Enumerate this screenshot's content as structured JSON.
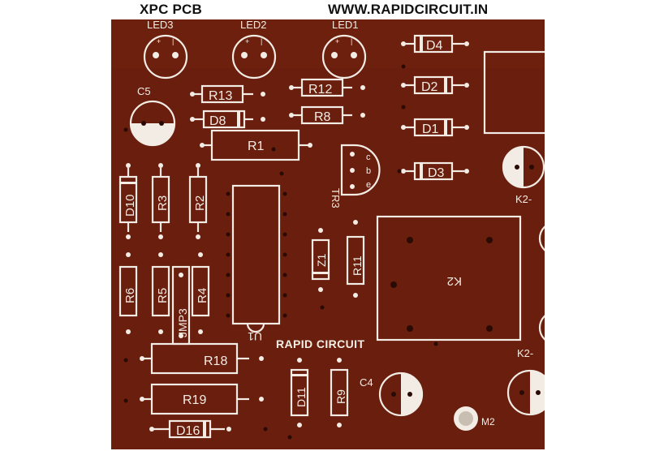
{
  "header": {
    "left_title": "XPC PCB",
    "right_url": "WWW.RAPIDCIRCUIT.IN"
  },
  "board": {
    "brand_label": "RAPID CIRCUIT",
    "background_color": "#6a1e0e",
    "silkscreen_color": "#f2ece4",
    "components": {
      "led3": "LED3",
      "led2": "LED2",
      "led1": "LED1",
      "c5": "C5",
      "c4": "C4",
      "r13": "R13",
      "r12": "R12",
      "r8": "R8",
      "r1": "R1",
      "d8": "D8",
      "d4": "D4",
      "d2": "D2",
      "d1": "D1",
      "d3": "D3",
      "tr3": "TR3",
      "tr3_pins": [
        "c",
        "b",
        "e"
      ],
      "d10": "D10",
      "r3": "R3",
      "r2": "R2",
      "r6": "R6",
      "r5": "R5",
      "r4": "R4",
      "jmp3": "JMP3",
      "z1": "Z1",
      "r11": "R11",
      "u1": "U1",
      "k2": "K2",
      "k2_top": "K2-",
      "k2_bottom": "K2-",
      "r18": "R18",
      "r19": "R19",
      "d16": "D16",
      "d11": "D11",
      "r9": "R9",
      "m2": "M2"
    }
  }
}
